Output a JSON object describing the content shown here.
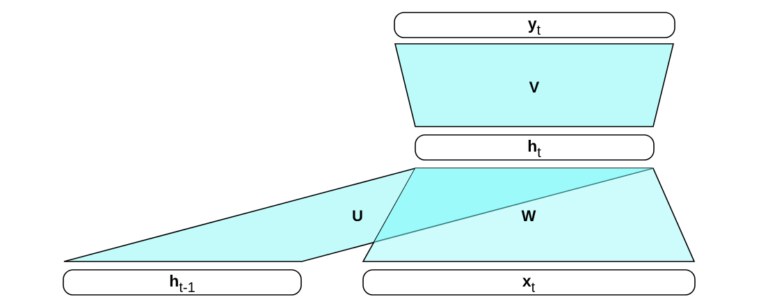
{
  "colors": {
    "fill": "#bdfbfb",
    "overlap_fill": "#9cfafa",
    "stroke": "#000000",
    "node_fill": "#ffffff"
  },
  "nodes": {
    "y": {
      "main": "y",
      "sub": "t"
    },
    "h": {
      "main": "h",
      "sub": "t"
    },
    "h_prev": {
      "main": "h",
      "sub": "t-1"
    },
    "x": {
      "main": "x",
      "sub": "t"
    }
  },
  "weights": {
    "V": "V",
    "U": "U",
    "W": "W"
  }
}
